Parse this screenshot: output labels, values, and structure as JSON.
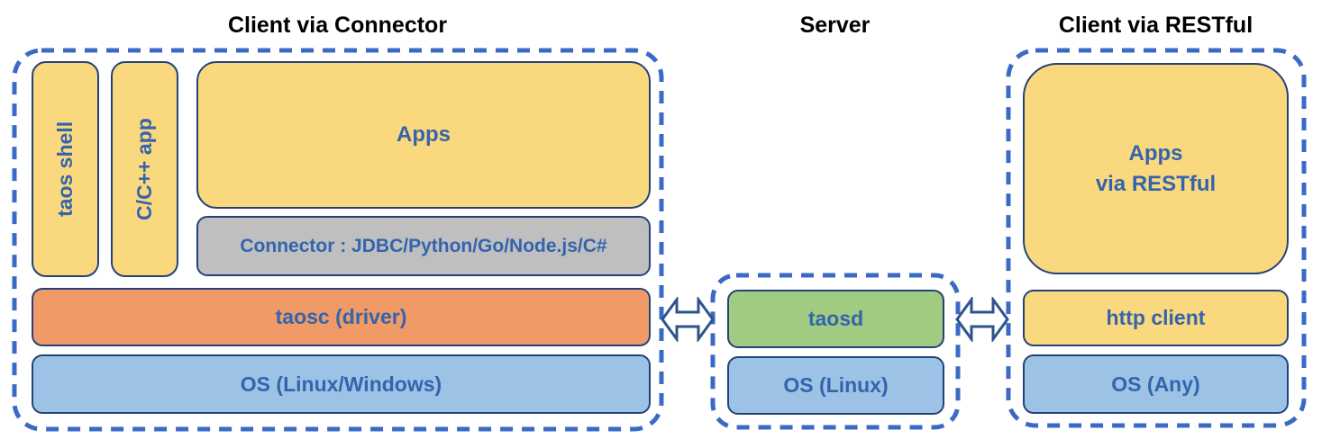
{
  "titles": {
    "left": "Client via Connector",
    "middle": "Server",
    "right": "Client via RESTful"
  },
  "client_connector": {
    "taos_shell": "taos shell",
    "cpp_app": "C/C++ app",
    "apps": "Apps",
    "connector": "Connector : JDBC/Python/Go/Node.js/C#",
    "taosc": "taosc (driver)",
    "os": "OS (Linux/Windows)"
  },
  "server": {
    "taosd": "taosd",
    "os": "OS (Linux)"
  },
  "client_restful": {
    "apps": "Apps\nvia RESTful",
    "http_client": "http client",
    "os": "OS (Any)"
  },
  "icons": {
    "left_link": "bidirectional-arrow",
    "right_link": "bidirectional-arrow"
  },
  "colors": {
    "box_yellow": "#FAD87E",
    "box_gray": "#BFBFBF",
    "box_orange": "#F09A67",
    "box_blue": "#9CC3E6",
    "box_green": "#A0CB80",
    "box_border": "#24427A",
    "label_blue": "#3464AD",
    "dashed_frame_blue": "#3B6AC6",
    "title_black": "#000000",
    "arrow_outline": "#2E538C"
  }
}
